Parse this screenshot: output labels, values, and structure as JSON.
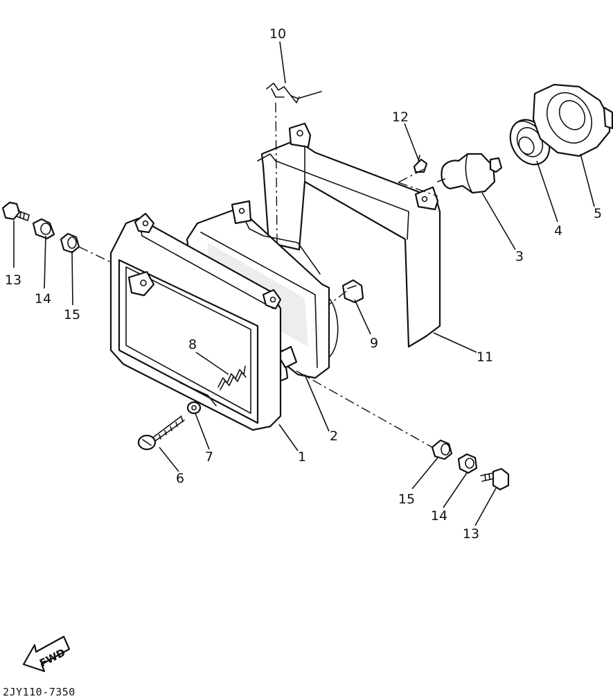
{
  "callouts": {
    "c1": "1",
    "c2": "2",
    "c3": "3",
    "c4": "4",
    "c5": "5",
    "c6": "6",
    "c7": "7",
    "c8": "8",
    "c9": "9",
    "c10": "10",
    "c11": "11",
    "c12": "12",
    "c13_left": "13",
    "c14_left": "14",
    "c15_left": "15",
    "c13_right": "13",
    "c14_right": "14",
    "c15_right": "15"
  },
  "fwd_label": "FWD",
  "drawing_code": "2JY110-7350"
}
